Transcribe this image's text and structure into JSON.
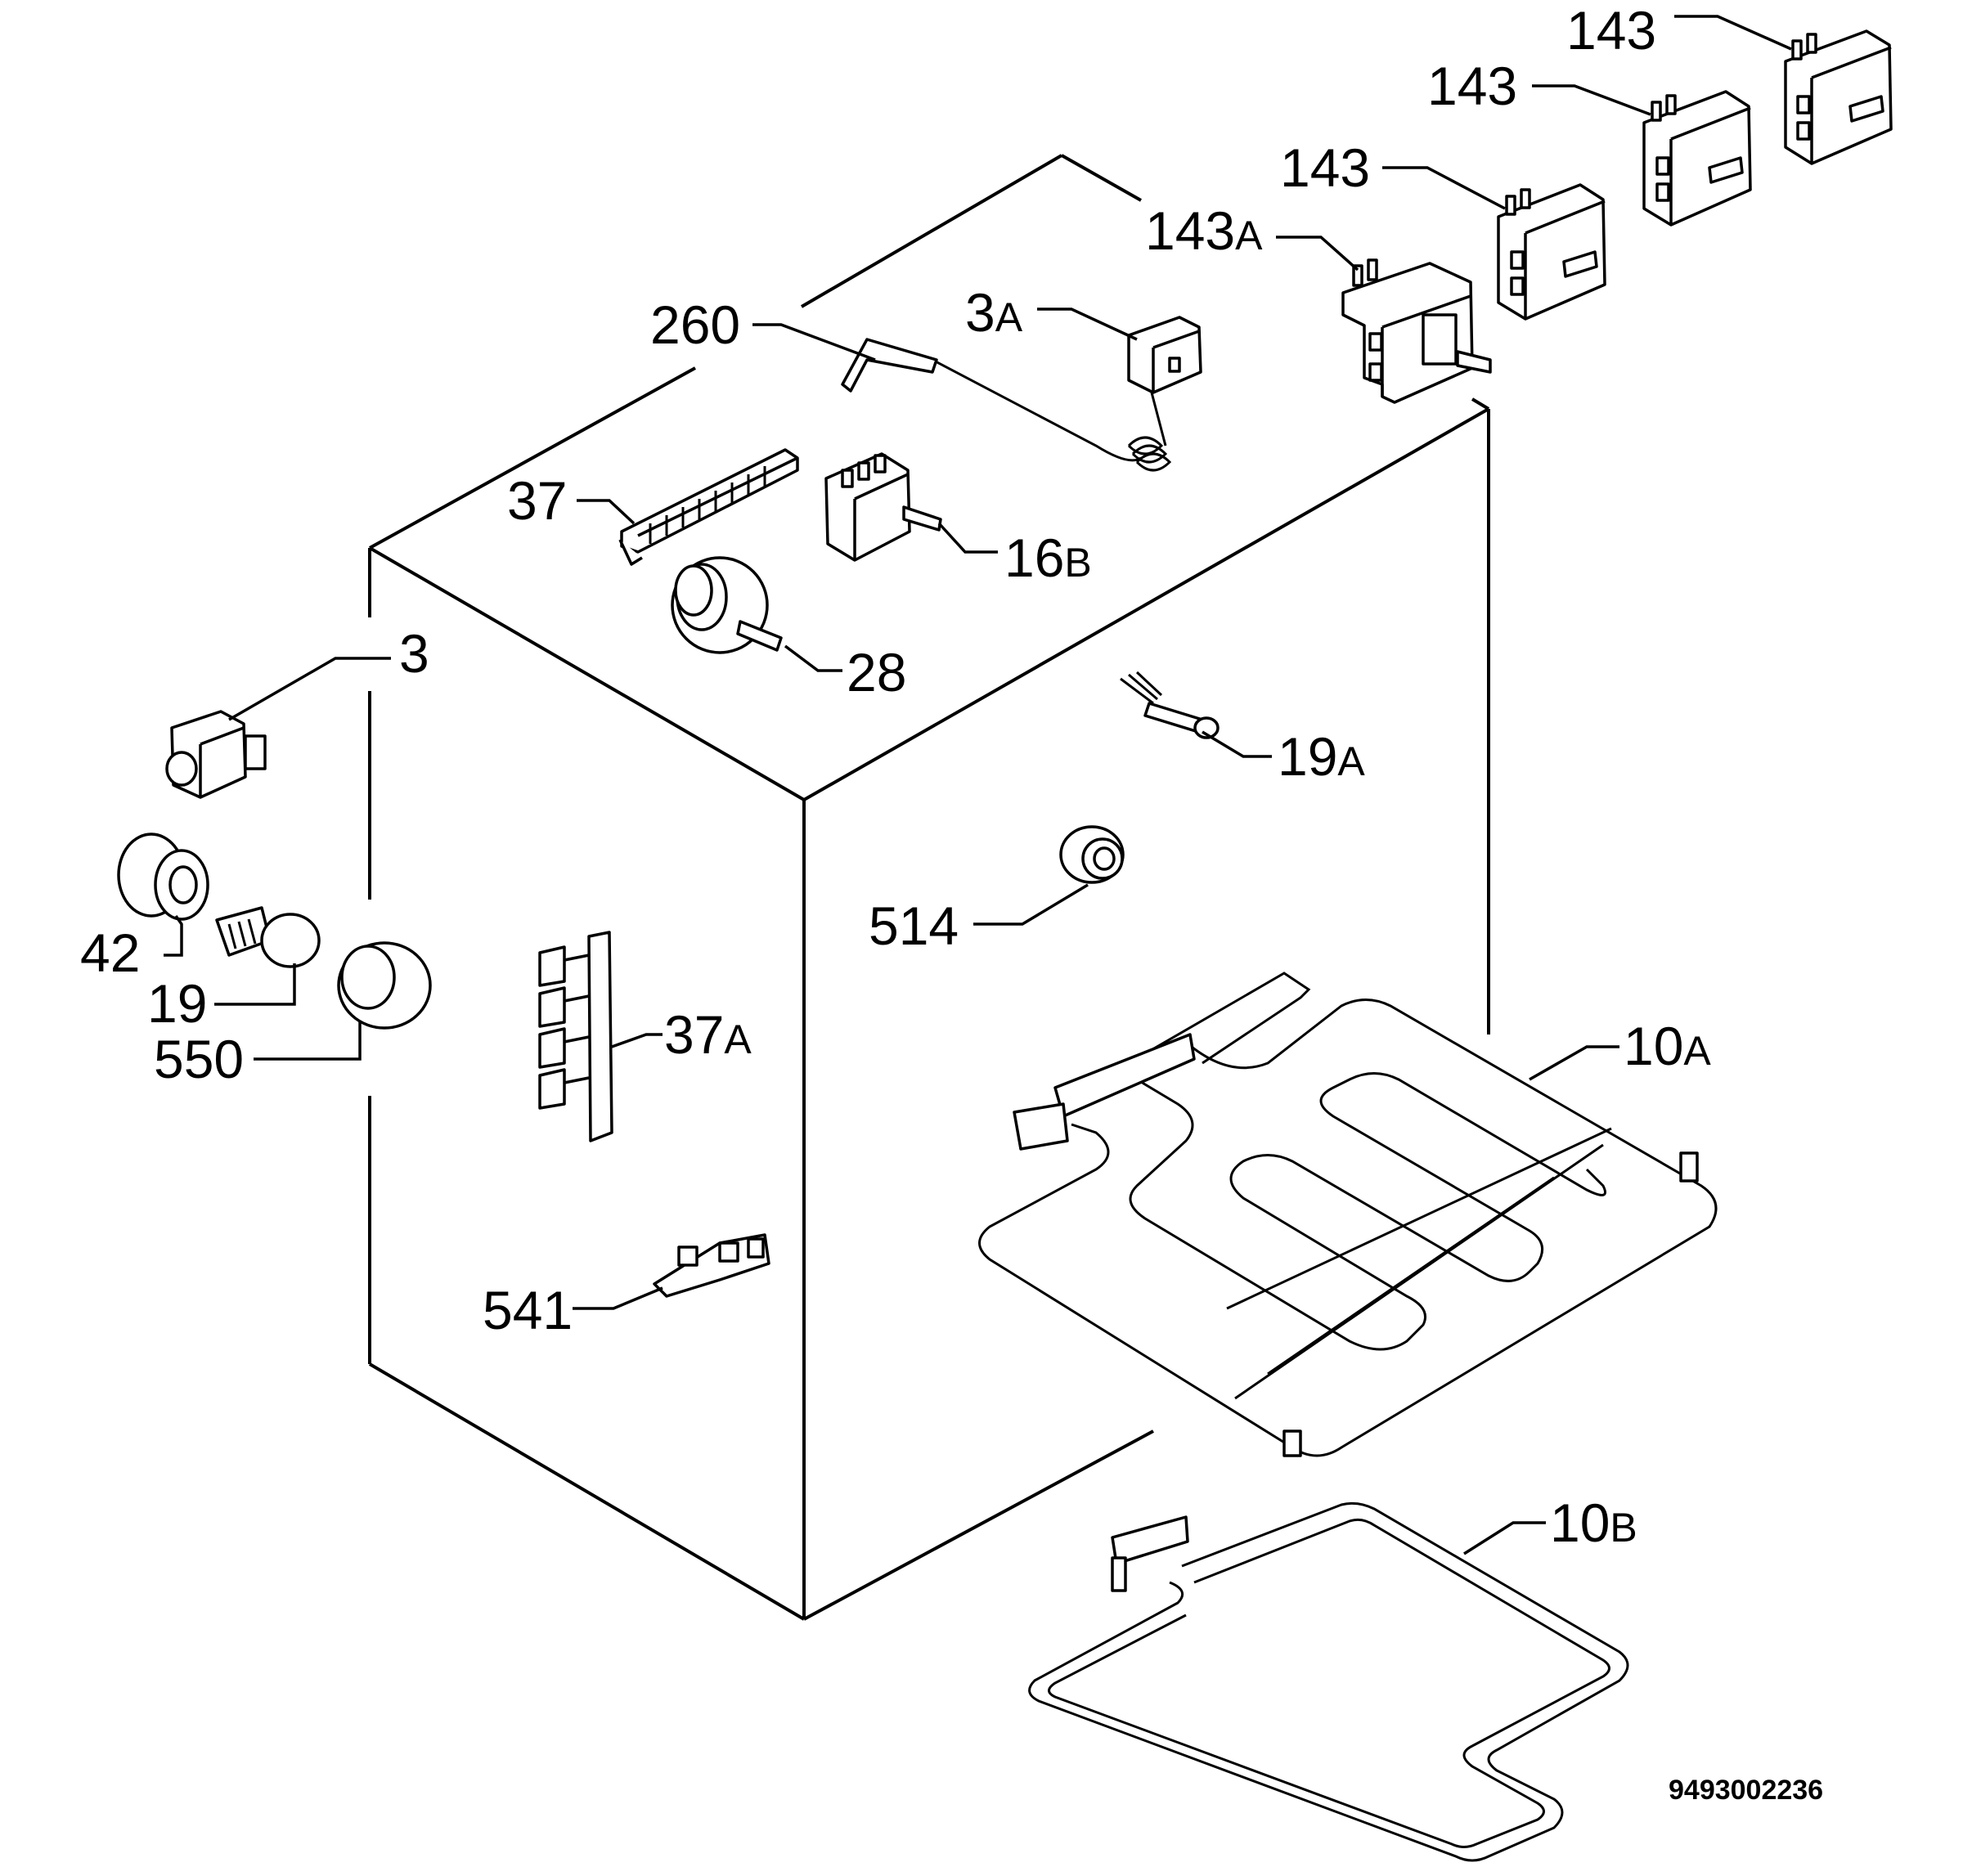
{
  "diagram_code": "9493002236",
  "labels": [
    {
      "main": "143",
      "suffix": ""
    },
    {
      "main": "143",
      "suffix": ""
    },
    {
      "main": "143",
      "suffix": ""
    },
    {
      "main": "143",
      "suffix": "A"
    },
    {
      "main": "260",
      "suffix": ""
    },
    {
      "main": "3",
      "suffix": "A"
    },
    {
      "main": "37",
      "suffix": ""
    },
    {
      "main": "16",
      "suffix": "B"
    },
    {
      "main": "28",
      "suffix": ""
    },
    {
      "main": "3",
      "suffix": ""
    },
    {
      "main": "19",
      "suffix": "A"
    },
    {
      "main": "42",
      "suffix": ""
    },
    {
      "main": "514",
      "suffix": ""
    },
    {
      "main": "19",
      "suffix": ""
    },
    {
      "main": "37",
      "suffix": "A"
    },
    {
      "main": "550",
      "suffix": ""
    },
    {
      "main": "10",
      "suffix": "A"
    },
    {
      "main": "541",
      "suffix": ""
    },
    {
      "main": "10",
      "suffix": "B"
    }
  ]
}
